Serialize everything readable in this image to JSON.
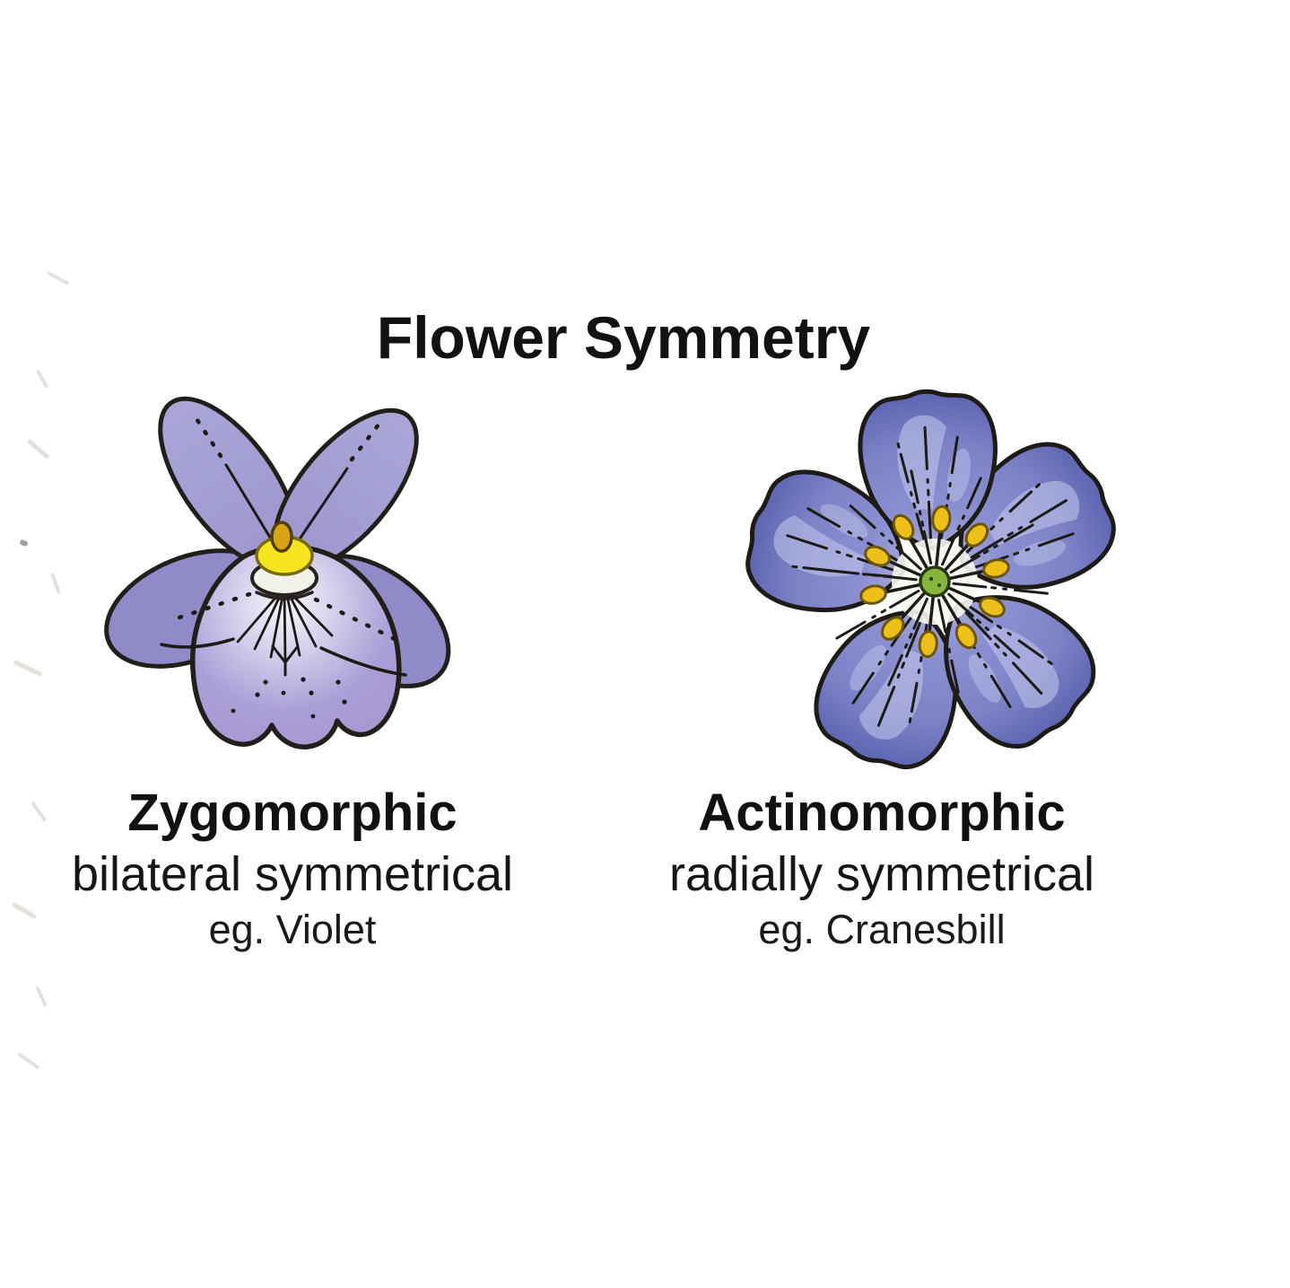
{
  "title": "Flower Symmetry",
  "left_panel": {
    "heading": "Zygomorphic",
    "subheading": "bilateral symmetrical",
    "example": "eg. Violet",
    "illustration": "violet-flower"
  },
  "right_panel": {
    "heading": "Actinomorphic",
    "subheading": "radially symmetrical",
    "example": "eg. Cranesbill",
    "illustration": "cranesbill-flower"
  },
  "colors": {
    "background": "#ffffff",
    "text": "#121212",
    "outline_ink": "#221e1a",
    "violet_petal": "#a29cd2",
    "violet_lateral_petal": "#918ac8",
    "violet_center_yellow": "#f6e41e",
    "violet_spur_orange": "#d8a413",
    "cranesbill_petal": "#7e85c9",
    "cranesbill_petal_edge": "#5560ae",
    "cranesbill_highlight": "#c5c9ec",
    "anther_yellow": "#ecbf1a",
    "ovary_green": "#8ab440"
  }
}
